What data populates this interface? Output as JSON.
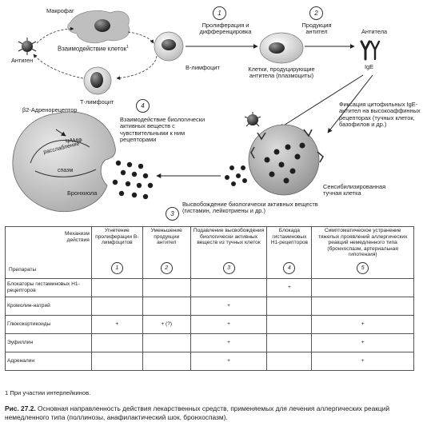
{
  "diagram": {
    "makrofag": "Макрофаг",
    "antigen": "Антиген",
    "vzaimodeistvie_kletok": "Взаимодействие клеток",
    "vzaimodeistvie_sup": "1",
    "t_limfocit": "Т-лимфоцит",
    "v_limfocit": "В-лимфоцит",
    "step1_num": "1",
    "step1_label": "Пролиферация и дифференцировка",
    "step2_num": "2",
    "step2_label": "Продукция антител",
    "plazmocity_label": "Клетки, продуцирующие антитела (плазмоциты)",
    "antitela": "Антитела",
    "ige": "IgE",
    "fiksaciya": "Фиксация цитофильных IgE-антител на высокоаффинных рецепторах (тучных клеток, базофилов и др.)",
    "step4_num": "4",
    "step4_label": "Взаимодействие биологически активных веществ с чувствительными к ним рецепторами",
    "beta2_receptor": "β2-Адренорецептор",
    "camp": "цАМФ",
    "rasslablenie": "расслабление",
    "spazm": "спазм",
    "bronkhiola": "Бронхиола",
    "sensibilizirovannaya": "Сенсибилизированная тучная клетка",
    "step3_num": "3",
    "step3_label": "Высвобождение биологически активных веществ (гистамин, лейкотриены и др.)"
  },
  "table": {
    "corner_mechanism": "Механизм действия",
    "corner_drugs": "Препараты",
    "columns": [
      {
        "title": "Угнетение пролиферации В-лимфоцитов",
        "num": "1"
      },
      {
        "title": "Уменьшение продукции антител",
        "num": "2"
      },
      {
        "title": "Подавление высвобождения биологически активных веществ из тучных клеток",
        "num": "3"
      },
      {
        "title": "Блокада гистаминовых H1-рецепторов",
        "num": "4"
      },
      {
        "title": "Симптоматическое устранение тяжелых проявлений аллергических реакций немедленного типа (бронхоспазм, артериальная гипотензия)",
        "num": "5"
      }
    ],
    "rows": [
      {
        "drug": "Блокаторы гистаминовых H1-рецепторов",
        "marks": [
          "",
          "",
          "",
          "+",
          ""
        ]
      },
      {
        "drug": "Кромолин-натрий",
        "marks": [
          "",
          "",
          "+",
          "",
          ""
        ]
      },
      {
        "drug": "Глюкокортикоиды",
        "marks": [
          "+",
          "+ (?)",
          "+",
          "",
          "+"
        ]
      },
      {
        "drug": "Эуфиллин",
        "marks": [
          "",
          "",
          "+",
          "",
          "+"
        ]
      },
      {
        "drug": "Адреналин",
        "marks": [
          "",
          "",
          "+",
          "",
          "+"
        ]
      }
    ]
  },
  "footnote": "1 При участии интерлейкинов.",
  "caption_bold": "Рис. 27.2.",
  "caption_text": "Основная направленность действия лекарственных средств, применяемых для лечения аллергических реакций немедленного типа (поллинозы, анафилактический шок, бронхоспазм)."
}
